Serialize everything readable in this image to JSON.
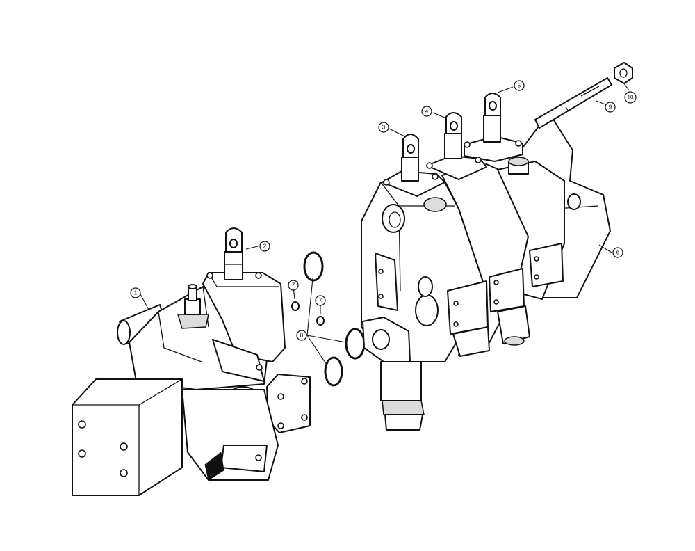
{
  "colors": {
    "ink": "#111111",
    "paper": "#ffffff",
    "shade": "#dcdcdc"
  },
  "callouts": [
    {
      "id": "c1",
      "label": "1"
    },
    {
      "id": "c2",
      "label": "2"
    },
    {
      "id": "c3",
      "label": "3"
    },
    {
      "id": "c4",
      "label": "4"
    },
    {
      "id": "c5",
      "label": "5"
    },
    {
      "id": "c6",
      "label": "6"
    },
    {
      "id": "c7a",
      "label": "7"
    },
    {
      "id": "c7b",
      "label": "7"
    },
    {
      "id": "c8",
      "label": "8"
    },
    {
      "id": "c9",
      "label": "9"
    },
    {
      "id": "c10",
      "label": "10"
    }
  ]
}
